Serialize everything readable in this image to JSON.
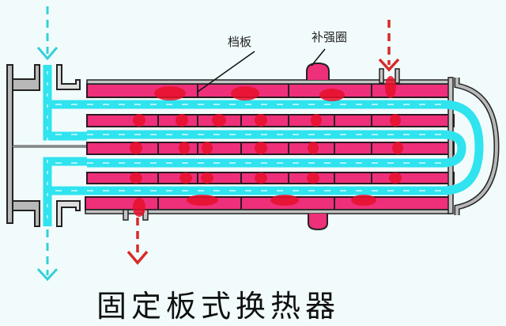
{
  "title": "固定板式换热器",
  "labels": {
    "baffle": "档板",
    "reinforcing_ring": "补强圈"
  },
  "colors": {
    "background": "#f1fbfb",
    "shell_fluid": "#ee2f7a",
    "tube_fluid": "#2fe3ef",
    "hot_flow_arrow": "#d72a2a",
    "cold_flow_arrow": "#34d0d8",
    "metal": "#b8b8b8",
    "outline": "#2a1a22"
  },
  "flows": {
    "tube_side_inlet": "top-left",
    "tube_side_outlet": "bottom-left",
    "shell_side_inlet": "top-right",
    "shell_side_outlet": "bottom-left"
  }
}
